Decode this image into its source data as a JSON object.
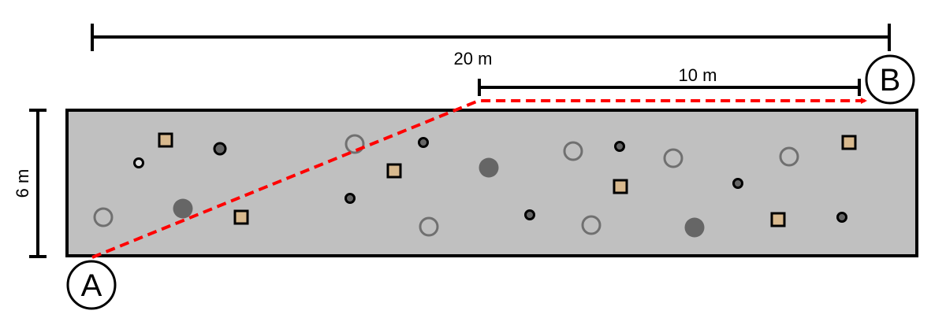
{
  "labels": {
    "total_distance": "20 m",
    "partial_distance": "10 m",
    "height": "6 m",
    "point_a": "A",
    "point_b": "B"
  },
  "colors": {
    "field": "#c0c0c0",
    "path": "#ff0000",
    "square": "#d8b98e",
    "dark": "#666666",
    "ring": "#707070"
  }
}
